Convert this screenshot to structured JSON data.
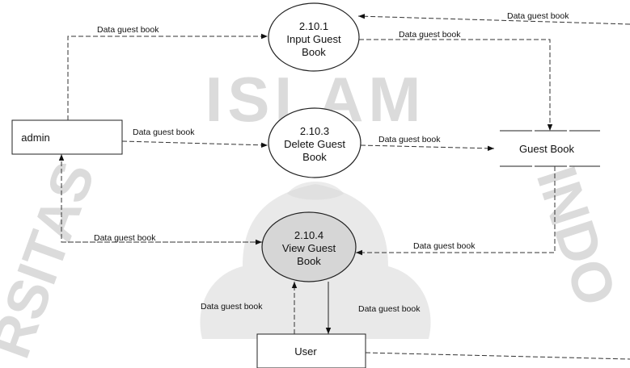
{
  "diagram": {
    "processes": [
      {
        "id": "p1",
        "number": "2.10.1",
        "name_line1": "Input Guest",
        "name_line2": "Book"
      },
      {
        "id": "p3",
        "number": "2.10.3",
        "name_line1": "Delete Guest",
        "name_line2": "Book"
      },
      {
        "id": "p4",
        "number": "2.10.4",
        "name_line1": "View Guest",
        "name_line2": "Book"
      }
    ],
    "entities": {
      "admin": "admin",
      "user": "User"
    },
    "datastore": "Guest Book",
    "flow_label": "Data guest book",
    "watermark_text": "ISLAM INDONESIA"
  }
}
